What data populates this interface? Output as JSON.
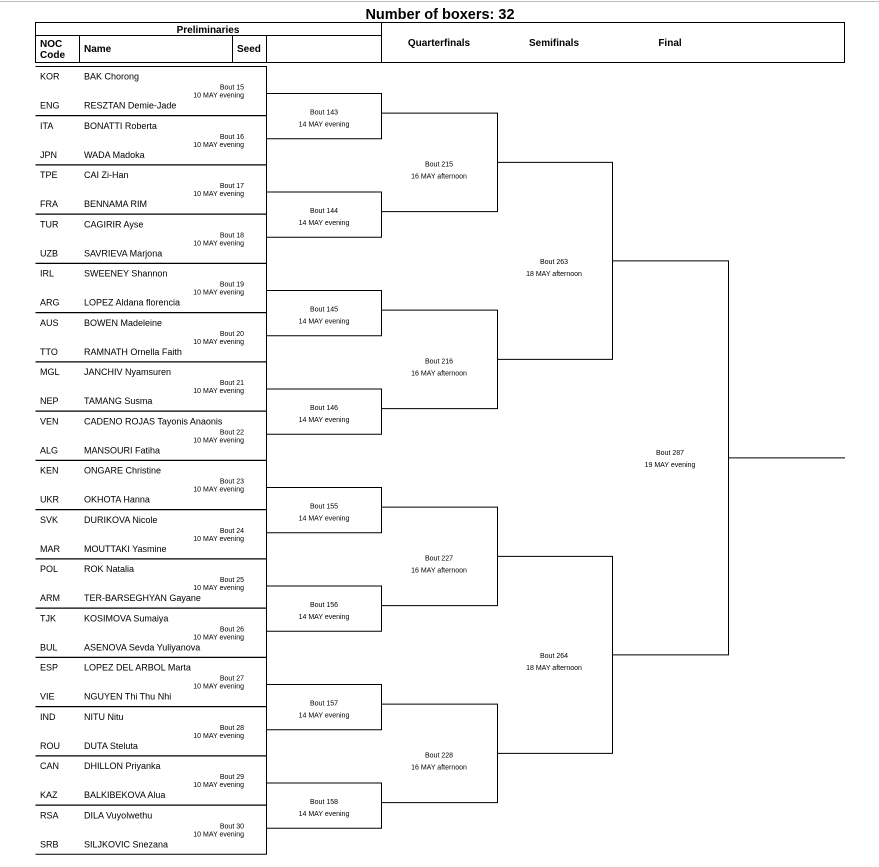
{
  "title": "Number of boxers: 32",
  "header": {
    "preliminaries": "Preliminaries",
    "noc_code": "NOC\nCode",
    "name": "Name",
    "seed": "Seed",
    "quarterfinals": "Quarterfinals",
    "semifinals": "Semifinals",
    "final": "Final"
  },
  "boxers": [
    {
      "noc": "KOR",
      "name": "BAK Chorong"
    },
    {
      "noc": "ENG",
      "name": "RESZTAN Demie-Jade"
    },
    {
      "noc": "ITA",
      "name": "BONATTI Roberta"
    },
    {
      "noc": "JPN",
      "name": "WADA Madoka"
    },
    {
      "noc": "TPE",
      "name": "CAI Zi-Han"
    },
    {
      "noc": "FRA",
      "name": "BENNAMA RIM"
    },
    {
      "noc": "TUR",
      "name": "CAGIRIR Ayse"
    },
    {
      "noc": "UZB",
      "name": "SAVRIEVA Marjona"
    },
    {
      "noc": "IRL",
      "name": "SWEENEY Shannon"
    },
    {
      "noc": "ARG",
      "name": "LOPEZ Aldana florencia"
    },
    {
      "noc": "AUS",
      "name": "BOWEN Madeleine"
    },
    {
      "noc": "TTO",
      "name": "RAMNATH Ornella Faith"
    },
    {
      "noc": "MGL",
      "name": "JANCHIV Nyamsuren"
    },
    {
      "noc": "NEP",
      "name": "TAMANG Susma"
    },
    {
      "noc": "VEN",
      "name": "CADENO ROJAS Tayonis Anaonis"
    },
    {
      "noc": "ALG",
      "name": "MANSOURI Fatiha"
    },
    {
      "noc": "KEN",
      "name": "ONGARE Christine"
    },
    {
      "noc": "UKR",
      "name": "OKHOTA Hanna"
    },
    {
      "noc": "SVK",
      "name": "DURIKOVA Nicole"
    },
    {
      "noc": "MAR",
      "name": "MOUTTAKI Yasmine"
    },
    {
      "noc": "POL",
      "name": "ROK Natalia"
    },
    {
      "noc": "ARM",
      "name": "TER-BARSEGHYAN Gayane"
    },
    {
      "noc": "TJK",
      "name": "KOSIMOVA Sumaiya"
    },
    {
      "noc": "BUL",
      "name": "ASENOVA Sevda Yuliyanova"
    },
    {
      "noc": "ESP",
      "name": "LOPEZ DEL ARBOL Marta"
    },
    {
      "noc": "VIE",
      "name": "NGUYEN Thi Thu Nhi"
    },
    {
      "noc": "IND",
      "name": "NITU Nitu"
    },
    {
      "noc": "ROU",
      "name": "DUTA Steluta"
    },
    {
      "noc": "CAN",
      "name": "DHILLON Priyanka"
    },
    {
      "noc": "KAZ",
      "name": "BALKIBEKOVA Alua"
    },
    {
      "noc": "RSA",
      "name": "DILA Vuyolwethu"
    },
    {
      "noc": "SRB",
      "name": "SILJKOVIC Snezana"
    }
  ],
  "preliminary_bouts": [
    {
      "bout": "Bout  15",
      "date": "10 MAY evening"
    },
    {
      "bout": "Bout  16",
      "date": "10 MAY evening"
    },
    {
      "bout": "Bout  17",
      "date": "10 MAY evening"
    },
    {
      "bout": "Bout  18",
      "date": "10 MAY evening"
    },
    {
      "bout": "Bout  19",
      "date": "10 MAY evening"
    },
    {
      "bout": "Bout  20",
      "date": "10 MAY evening"
    },
    {
      "bout": "Bout  21",
      "date": "10 MAY evening"
    },
    {
      "bout": "Bout  22",
      "date": "10 MAY evening"
    },
    {
      "bout": "Bout  23",
      "date": "10 MAY evening"
    },
    {
      "bout": "Bout  24",
      "date": "10 MAY evening"
    },
    {
      "bout": "Bout  25",
      "date": "10 MAY evening"
    },
    {
      "bout": "Bout  26",
      "date": "10 MAY evening"
    },
    {
      "bout": "Bout  27",
      "date": "10 MAY evening"
    },
    {
      "bout": "Bout  28",
      "date": "10 MAY evening"
    },
    {
      "bout": "Bout  29",
      "date": "10 MAY evening"
    },
    {
      "bout": "Bout  30",
      "date": "10 MAY evening"
    }
  ],
  "round_of_16_bouts": [
    {
      "bout": "Bout  143",
      "date": "14 MAY evening"
    },
    {
      "bout": "Bout  144",
      "date": "14 MAY evening"
    },
    {
      "bout": "Bout  145",
      "date": "14 MAY evening"
    },
    {
      "bout": "Bout  146",
      "date": "14 MAY evening"
    },
    {
      "bout": "Bout  155",
      "date": "14 MAY evening"
    },
    {
      "bout": "Bout  156",
      "date": "14 MAY evening"
    },
    {
      "bout": "Bout  157",
      "date": "14 MAY evening"
    },
    {
      "bout": "Bout  158",
      "date": "14 MAY evening"
    }
  ],
  "quarterfinal_bouts": [
    {
      "bout": "Bout  215",
      "date": "16 MAY afternoon"
    },
    {
      "bout": "Bout  216",
      "date": "16 MAY afternoon"
    },
    {
      "bout": "Bout  227",
      "date": "16 MAY afternoon"
    },
    {
      "bout": "Bout  228",
      "date": "16 MAY afternoon"
    }
  ],
  "semifinal_bouts": [
    {
      "bout": "Bout  263",
      "date": "18 MAY afternoon"
    },
    {
      "bout": "Bout  264",
      "date": "18 MAY afternoon"
    }
  ],
  "final_bout": {
    "bout": "Bout  287",
    "date": "19 MAY evening"
  }
}
